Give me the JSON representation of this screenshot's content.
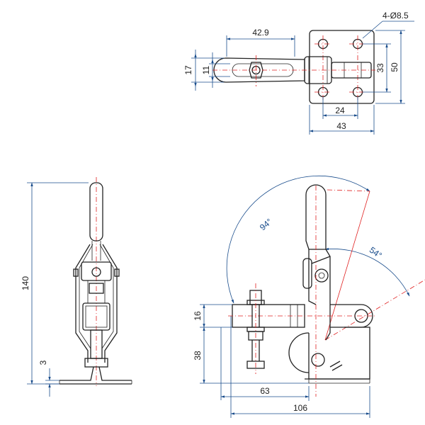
{
  "drawing": {
    "colors": {
      "outline": "#222222",
      "dimension": "#1a4d8c",
      "centerline": "#e02020"
    },
    "top_view": {
      "arm_length_label": "42.9",
      "hole_callout_label": "4-Ø8.5",
      "dim_17_label": "17",
      "dim_11_label": "11",
      "dim_33_label": "33",
      "dim_50_label": "50",
      "dim_24_label": "24",
      "dim_43_label": "43"
    },
    "front_view": {
      "height_label": "140",
      "base_thickness_label": "3"
    },
    "side_view": {
      "opening_angle_label": "94°",
      "handle_angle_label": "54°",
      "spindle_height_label": "16",
      "spindle_offset_label": "38",
      "reach_label": "63",
      "overall_length_label": "106"
    }
  }
}
